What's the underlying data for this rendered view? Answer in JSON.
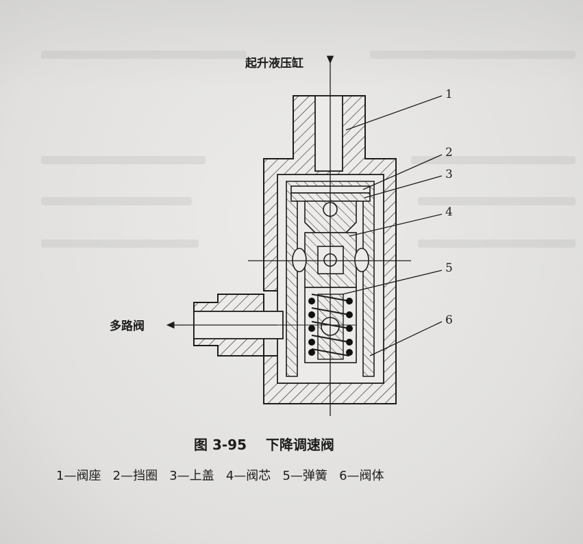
{
  "figure": {
    "caption": "图 3-95    下降调速阀",
    "legend": "1—阀座   2—挡圈   3—上盖   4—阀芯   5—弹簧   6—阀体",
    "labels": {
      "top_port": "起升液压缸",
      "left_port": "多路阀"
    },
    "callouts": [
      "1",
      "2",
      "3",
      "4",
      "5",
      "6"
    ]
  }
}
